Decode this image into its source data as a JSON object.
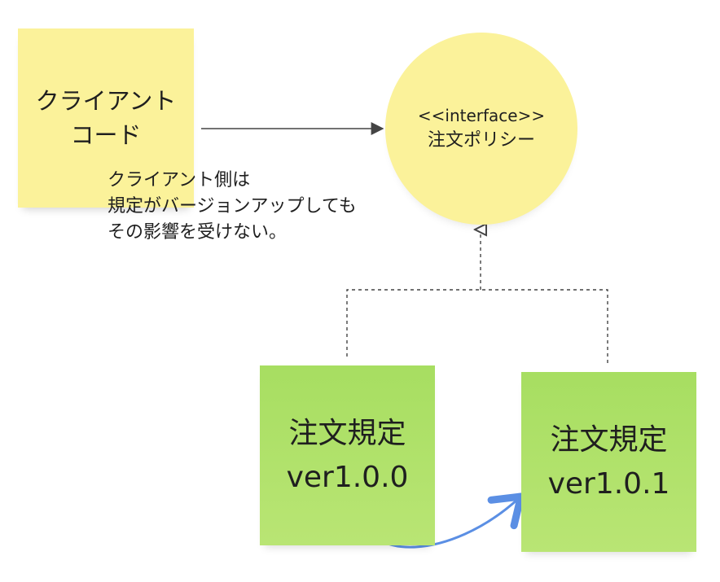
{
  "client": {
    "label": "クライアント\nコード"
  },
  "interface": {
    "stereotype": "<<interface>>",
    "name": "注文ポリシー"
  },
  "note": {
    "text": "クライアント側は\n規定がバージョンアップしても\nその影響を受けない。"
  },
  "implementations": [
    {
      "label": "注文規定\nver1.0.0"
    },
    {
      "label": "注文規定\nver1.0.1"
    }
  ],
  "colors": {
    "yellow_note": "#fbf29a",
    "green_note": "#b7e570",
    "line": "#444444",
    "arrow_blue": "#5b8fe4"
  }
}
